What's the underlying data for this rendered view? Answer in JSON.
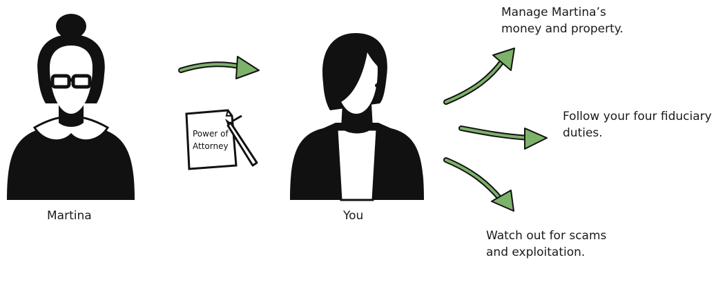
{
  "people": {
    "martina": {
      "name": "Martina"
    },
    "you": {
      "name": "You"
    }
  },
  "document": {
    "lines": [
      "Power of",
      "Attorney"
    ]
  },
  "outcomes": [
    {
      "lines": [
        "Manage Martina’s",
        "money and property."
      ]
    },
    {
      "lines": [
        "Follow your four fiduciary",
        "duties."
      ]
    },
    {
      "lines": [
        "Watch out for scams",
        "and exploitation."
      ]
    }
  ],
  "colors": {
    "arrow": "#7db26a",
    "silhouette": "#111111",
    "paper": "#ffffff"
  }
}
